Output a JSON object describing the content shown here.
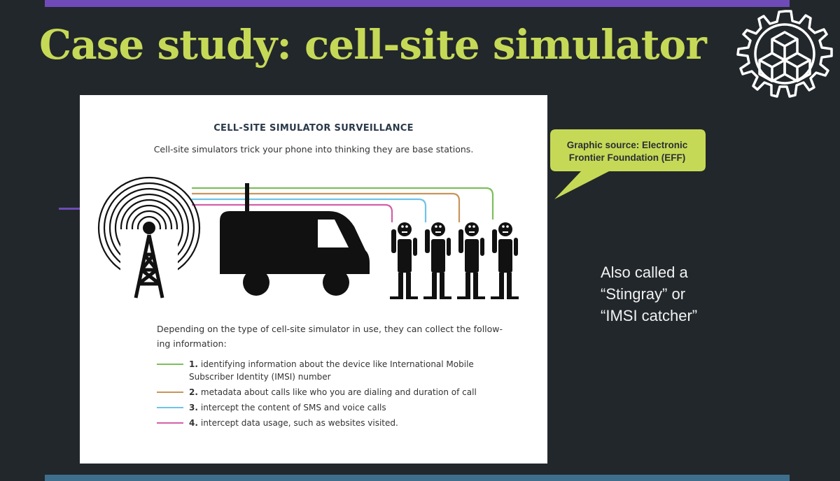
{
  "slide": {
    "title": "Case study: cell-site simulator",
    "colors": {
      "background": "#22272b",
      "accent": "#c6d957",
      "purple": "#6e4bb8",
      "blue": "#3e6e8c"
    }
  },
  "logo": {
    "icon": "gear-cube-icon"
  },
  "graphic": {
    "title": "CELL-SITE SIMULATOR SURVEILLANCE",
    "subtitle": "Cell-site simulators trick your phone into thinking they are base stations.",
    "illustration_icons": [
      "cell-tower-icon",
      "van-icon",
      "person-on-phone-icon"
    ],
    "intro_line1": "Depending on the type of cell-site simulator in use, they can collect the follow-",
    "intro_line2": "ing information:",
    "items": [
      {
        "num": "1.",
        "text": "identifying information about the device like International Mobile Subscriber Identity (IMSI) number",
        "color": "#7cbf5c"
      },
      {
        "num": "2.",
        "text": "metadata about calls like who you are dialing and duration of call",
        "color": "#c8955a"
      },
      {
        "num": "3.",
        "text": "intercept the content of SMS and voice calls",
        "color": "#6ec3e8"
      },
      {
        "num": "4.",
        "text": "intercept data usage, such as websites visited.",
        "color": "#d35fa8"
      }
    ]
  },
  "callout": {
    "line1": "Graphic source: Electronic",
    "line2": "Frontier Foundation (EFF)"
  },
  "aside": {
    "line1": "Also called a",
    "line2": "“Stingray” or",
    "line3": "“IMSI catcher”"
  }
}
